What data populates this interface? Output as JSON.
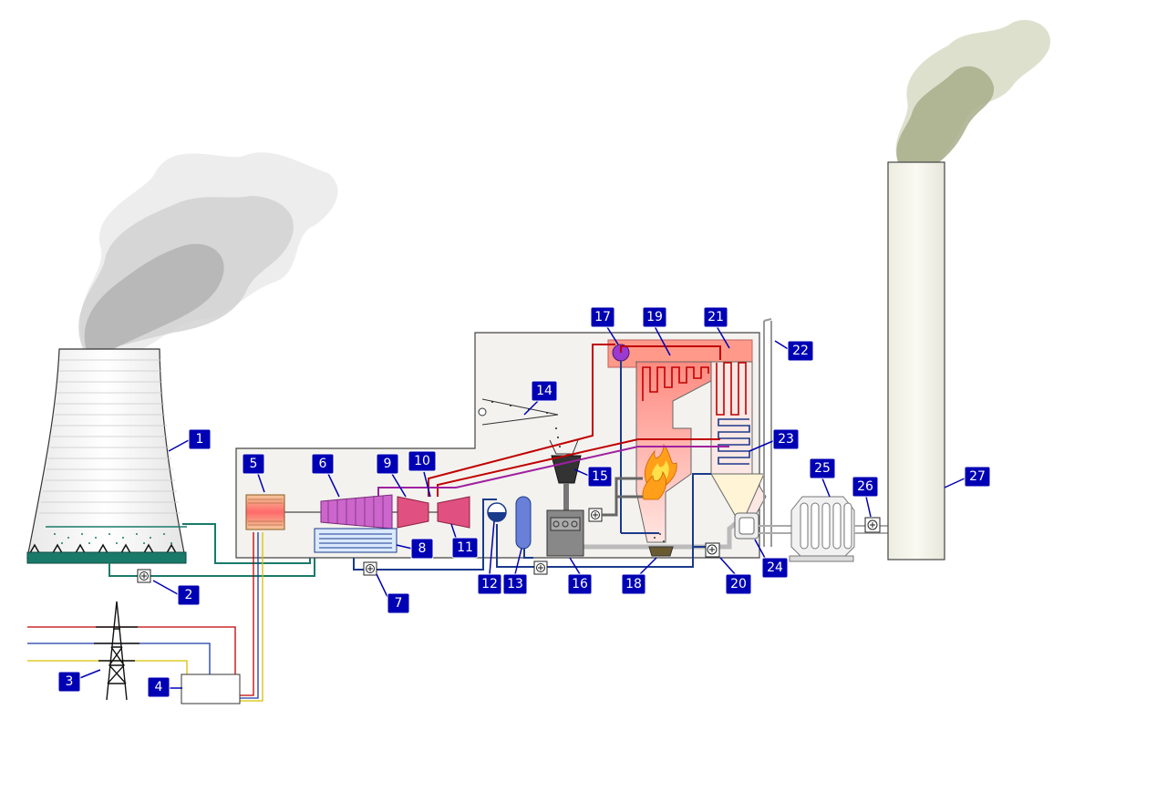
{
  "colors": {
    "label_bg": "#0000b4",
    "steam_hot": "#c00000",
    "steam_reheat": "#a020a0",
    "water": "#1a3a8c",
    "building": "#f3f2ee",
    "cooling_water": "#1a7a6a",
    "furnace_glow": "#ff9a8a",
    "smoke": "#9a9a9a",
    "stack_smoke": "#a8ad8a"
  },
  "labels": [
    "1",
    "2",
    "3",
    "4",
    "5",
    "6",
    "7",
    "8",
    "9",
    "10",
    "11",
    "12",
    "13",
    "14",
    "15",
    "16",
    "17",
    "18",
    "19",
    "20",
    "21",
    "22",
    "23",
    "24",
    "25",
    "26",
    "27"
  ],
  "icons": {
    "pump": "pump-icon",
    "flame": "flame-icon",
    "smoke": "smoke-plume-icon"
  }
}
